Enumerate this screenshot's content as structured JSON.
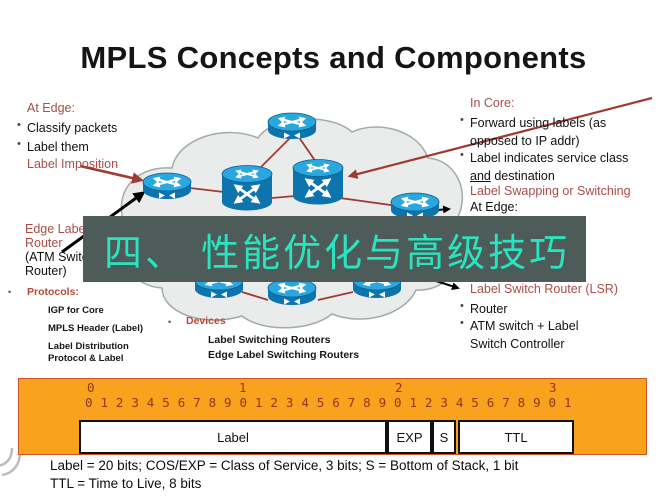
{
  "title": "MPLS Concepts and Components",
  "overlay": {
    "text": "四、 性能优化与高级技巧"
  },
  "glyphs": {
    "bullet": "•"
  },
  "left_col": {
    "at_edge_heading": "At Edge:",
    "bullet_classify": "Classify packets",
    "bullet_label_them": "Label them",
    "label_imposition": "Label Imposition",
    "edge_lsr_heading": "Edge Label Switch Router",
    "edge_lsr_sub": "(ATM Switch or Router)",
    "protocols_heading": "Protocols:",
    "protocol_item_1": "IGP for Core",
    "protocol_item_2": "MPLS Header (Label)",
    "protocol_item_3": "Label Distribution Protocol & Label"
  },
  "devices": {
    "heading": "Devices",
    "item_1": "Label Switching Routers",
    "item_2": "Edge Label Switching Routers"
  },
  "right_col": {
    "in_core_heading": "In Core:",
    "bullet_forward": "Forward using labels (as opposed to IP addr)",
    "bullet_label_pre": "Label indicates service class ",
    "bullet_label_underlined": "and",
    "bullet_label_post": " destination",
    "label_swapping": "Label Swapping or Switching",
    "at_edge": "At Edge:",
    "lsr_heading": "Label Switch Router (LSR)",
    "bullet_router": "Router",
    "bullet_atm": "ATM switch + Label Switch Controller"
  },
  "mpls_header": {
    "tens": [
      "0",
      "1",
      "2",
      "3"
    ],
    "bits_row": "0 1 2 3 4 5 6 7 8 9 0 1 2 3 4 5 6 7 8 9 0 1 2 3 4 5 6 7 8 9 0 1",
    "fields": [
      {
        "label": "Label",
        "bits": 20
      },
      {
        "label": "EXP",
        "bits": 3
      },
      {
        "label": "S",
        "bits": 1
      },
      {
        "label": "TTL",
        "bits": 8
      }
    ],
    "footnote_line1": "Label = 20 bits; COS/EXP = Class of Service, 3 bits; S = Bottom of Stack, 1 bit",
    "footnote_line2": "TTL = Time to Live, 8 bits"
  },
  "colors": {
    "heading_red": "#a94e49",
    "line_red": "#9e3b33",
    "banner_bg": "#4d5c59",
    "banner_text": "#2ae4c1",
    "orange_bar": "#f9a21d",
    "cisco_blue": "#2aa7df"
  }
}
